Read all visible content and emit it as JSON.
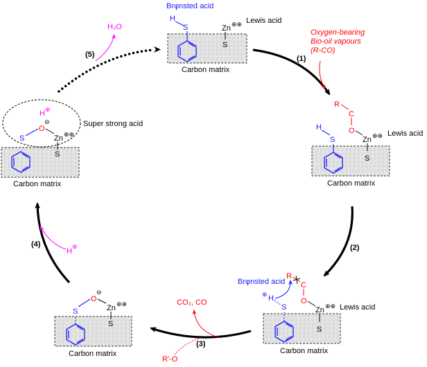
{
  "colors": {
    "bronsted": "#1a1aff",
    "oxygen": "#ff0000",
    "proton": "#ff00ff",
    "text": "#000000",
    "matrix_fill": "#dcdcdc"
  },
  "labels": {
    "carbon_matrix": "Carbon matrix",
    "lewis_acid": "Lewis acid",
    "bronsted_acid": "Brφnsted acid",
    "super_strong_acid": "Super strong acid",
    "bio_oil_line1": "Oxygen-bearing",
    "bio_oil_line2": "Bio-oil vapours",
    "bio_oil_line3": "(R-CO)",
    "water": "H₂O",
    "gases": "CO₂, CO",
    "proton": "H",
    "r_prime_o": "R'-O"
  },
  "atoms": {
    "h": "H",
    "s": "S",
    "zn": "Zn",
    "o": "O",
    "c": "C",
    "r": "R",
    "plus": "⊕",
    "double_plus": "⊕⊕",
    "minus": "⊖"
  },
  "steps": [
    "(1)",
    "(2)",
    "(3)",
    "(4)",
    "(5)"
  ]
}
